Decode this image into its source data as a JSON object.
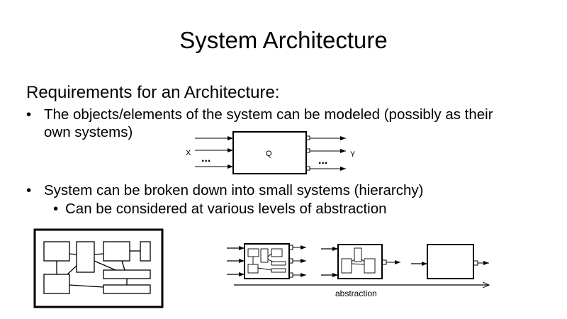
{
  "slide": {
    "title": "System Architecture",
    "heading": "Requirements for an Architecture:",
    "bullets": [
      {
        "marker": "•",
        "line1": "The objects/elements of the system can be modeled (possibly as their",
        "line2": "own systems)"
      },
      {
        "marker": "•",
        "line1": "System can be broken down into small systems (hierarchy)"
      }
    ],
    "sub_bullets": [
      {
        "marker": "•",
        "text": "Can be considered at various levels of abstraction"
      }
    ]
  },
  "diagram_system": {
    "input_label": "X",
    "box_label": "Q",
    "output_label": "Y",
    "ellipsis": "..."
  },
  "diagram_abstraction": {
    "axis_label": "abstraction"
  }
}
